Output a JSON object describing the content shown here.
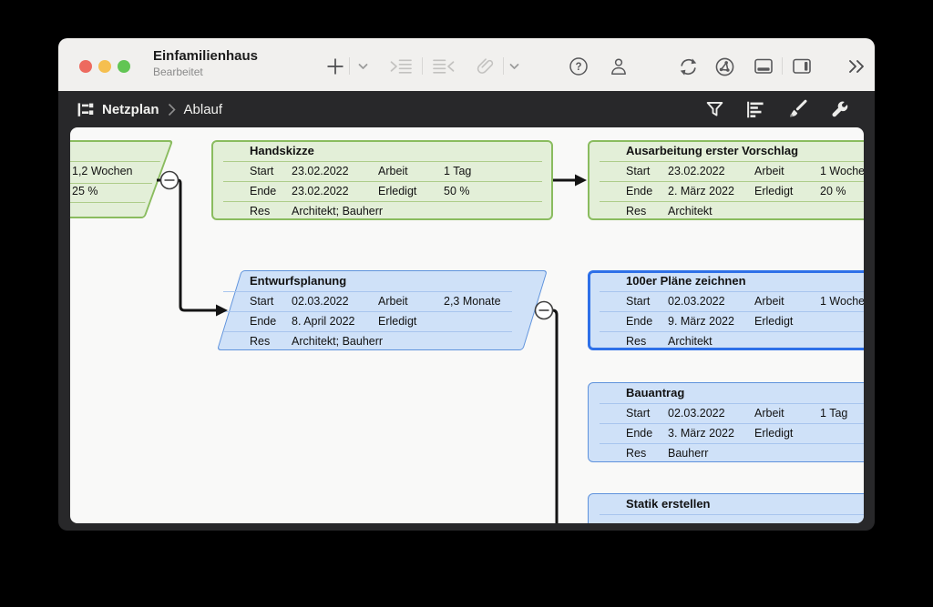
{
  "colors": {
    "green_fill": "#e3efd8",
    "green_border": "#8abc5f",
    "green_sep": "#aecd8a",
    "blue_fill": "#cfe1f8",
    "blue_border": "#5e92dc",
    "blue_sep": "#a8c5ee",
    "selected_border": "#2e70e8",
    "connector": "#141414",
    "traffic_red": "#ed6a5f",
    "traffic_yellow": "#f5bf4f",
    "traffic_green": "#62c554"
  },
  "titlebar": {
    "title": "Einfamilienhaus",
    "status": "Bearbeitet",
    "icons": [
      "add",
      "add-options",
      "indent",
      "outdent",
      "attach",
      "attach-options",
      "help",
      "user",
      "sync",
      "share-network",
      "panel-bottom",
      "panel-right",
      "more"
    ]
  },
  "glyphs": {
    "help": "?"
  },
  "breadcrumb": {
    "section": "Netzplan",
    "page": "Ablauf",
    "icons": [
      "netplan-outline",
      "filter",
      "outline-bars",
      "style-brush",
      "settings-wrench"
    ]
  },
  "nodes": [
    {
      "name": "previous-task-clipped",
      "shape": "parallelogram",
      "color": "green",
      "values": [
        "1,2 Wochen",
        "25 %"
      ]
    },
    {
      "name": "handskizze",
      "shape": "rect",
      "color": "green",
      "title": "Handskizze",
      "rows": [
        [
          "Start",
          "23.02.2022",
          "Arbeit",
          "1 Tag"
        ],
        [
          "Ende",
          "23.02.2022",
          "Erledigt",
          "50 %"
        ],
        [
          "Res",
          "Architekt; Bauherr",
          "",
          ""
        ]
      ]
    },
    {
      "name": "ausarbeitung-erster-vorschlag",
      "shape": "rect",
      "color": "green",
      "title": "Ausarbeitung erster Vorschlag",
      "rows": [
        [
          "Start",
          "23.02.2022",
          "Arbeit",
          "1 Woche"
        ],
        [
          "Ende",
          "2. März 2022",
          "Erledigt",
          "20 %"
        ],
        [
          "Res",
          "Architekt",
          "",
          ""
        ]
      ]
    },
    {
      "name": "entwurfsplanung",
      "shape": "parallelogram",
      "color": "blue",
      "title": "Entwurfsplanung",
      "rows": [
        [
          "Start",
          "02.03.2022",
          "Arbeit",
          "2,3 Monate"
        ],
        [
          "Ende",
          "8. April 2022",
          "Erledigt",
          ""
        ],
        [
          "Res",
          "Architekt; Bauherr",
          "",
          ""
        ]
      ]
    },
    {
      "name": "100er-plaene-zeichnen",
      "shape": "rect",
      "color": "blue",
      "selected": true,
      "title": "100er Pläne zeichnen",
      "rows": [
        [
          "Start",
          "02.03.2022",
          "Arbeit",
          "1 Woche"
        ],
        [
          "Ende",
          "9. März 2022",
          "Erledigt",
          ""
        ],
        [
          "Res",
          "Architekt",
          "",
          ""
        ]
      ]
    },
    {
      "name": "bauantrag",
      "shape": "rect",
      "color": "blue",
      "title": "Bauantrag",
      "rows": [
        [
          "Start",
          "02.03.2022",
          "Arbeit",
          "1 Tag"
        ],
        [
          "Ende",
          "3. März 2022",
          "Erledigt",
          ""
        ],
        [
          "Res",
          "Bauherr",
          "",
          ""
        ]
      ]
    },
    {
      "name": "statik-erstellen",
      "shape": "rect",
      "color": "blue",
      "title": "Statik erstellen"
    }
  ]
}
